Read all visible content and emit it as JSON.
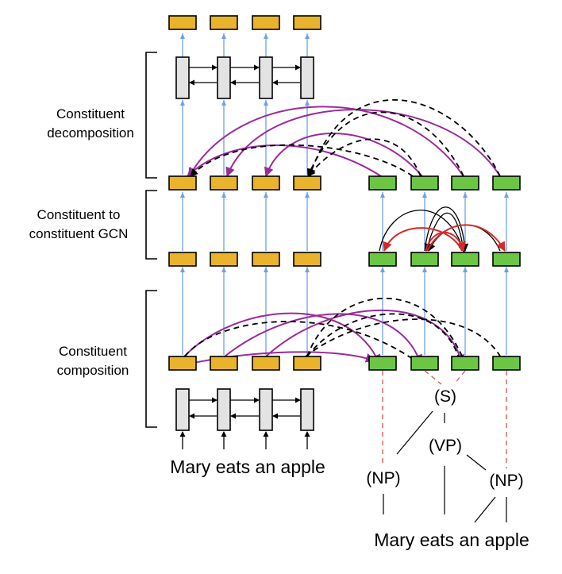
{
  "labels": {
    "decomposition_line1": "Constituent",
    "decomposition_line2": "decomposition",
    "gcn_line1": "Constituent to",
    "gcn_line2": "constituent GCN",
    "composition_line1": "Constituent",
    "composition_line2": "composition"
  },
  "sentences": {
    "left": "Mary eats an apple",
    "tree": "Mary eats an apple"
  },
  "tree_nodes": {
    "s": "(S)",
    "vp": "(VP)",
    "np_left": "(NP)",
    "np_right": "(NP)"
  },
  "colors": {
    "word_node": "#E9B42C",
    "constituent_node": "#6CC644",
    "lstm_cell": "#E3E3E3",
    "flow_arrow": "#6FA2E6",
    "composition_arrow": "#9A2A9A",
    "gcn_arrow": "#D42A2A",
    "alignment_dashed": "#E05050"
  }
}
